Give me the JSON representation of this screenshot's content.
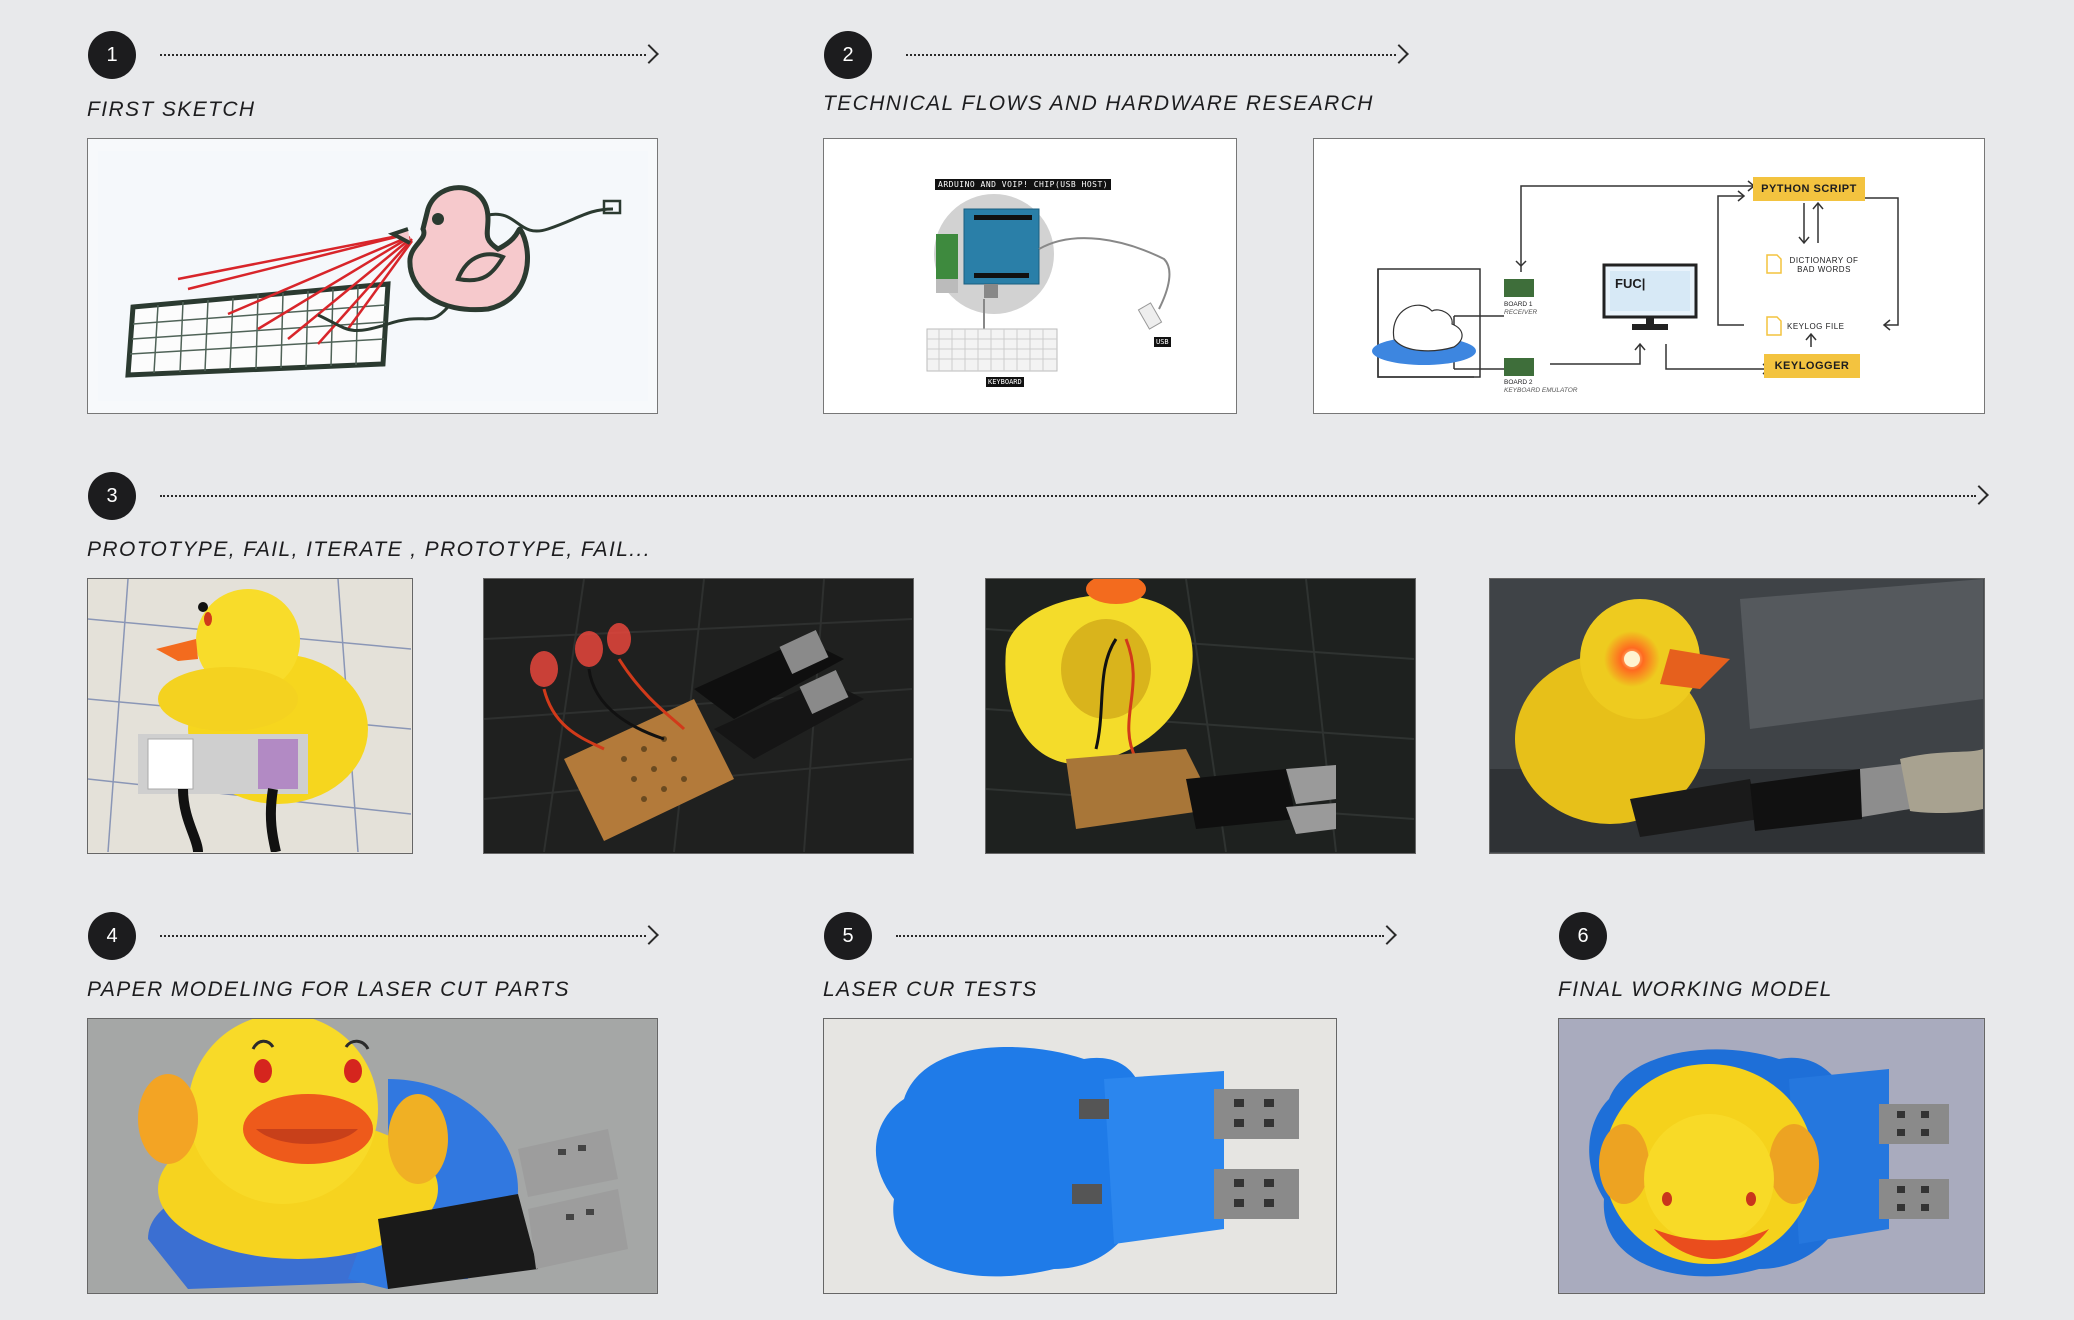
{
  "steps": [
    {
      "number": "1",
      "title": "FIRST SKETCH"
    },
    {
      "number": "2",
      "title": "TECHNICAL FLOWS AND HARDWARE RESEARCH"
    },
    {
      "number": "3",
      "title": "PROTOTYPE, FAIL, ITERATE , PROTOTYPE, FAIL..."
    },
    {
      "number": "4",
      "title": "PAPER MODELING FOR LASER CUT PARTS"
    },
    {
      "number": "5",
      "title": "LASER CUR TESTS"
    },
    {
      "number": "6",
      "title": "FINAL WORKING MODEL"
    }
  ],
  "hardware_diagram": {
    "header": "ARDUINO AND VOIP! CHIP(USB HOST)",
    "keyboard_label": "KEYBOARD",
    "usb_label": "USB"
  },
  "flow_diagram": {
    "python_script": "PYTHON SCRIPT",
    "dictionary": "DICTIONARY OF BAD WORDS",
    "keylog_file": "KEYLOG FILE",
    "keylogger": "KEYLOGGER",
    "screen_text": "FUC|",
    "board1": "BOARD 1",
    "board1_sub": "RECEIVER",
    "board2": "BOARD 2",
    "board2_sub": "KEYBOARD EMULATOR"
  },
  "colors": {
    "background": "#e8e9eb",
    "badge": "#1c1c1e",
    "flow_yellow": "#f3c33f",
    "duck_yellow": "#f7d52a",
    "silicone_blue": "#2f7fe0",
    "laser_red": "#d8252a"
  }
}
